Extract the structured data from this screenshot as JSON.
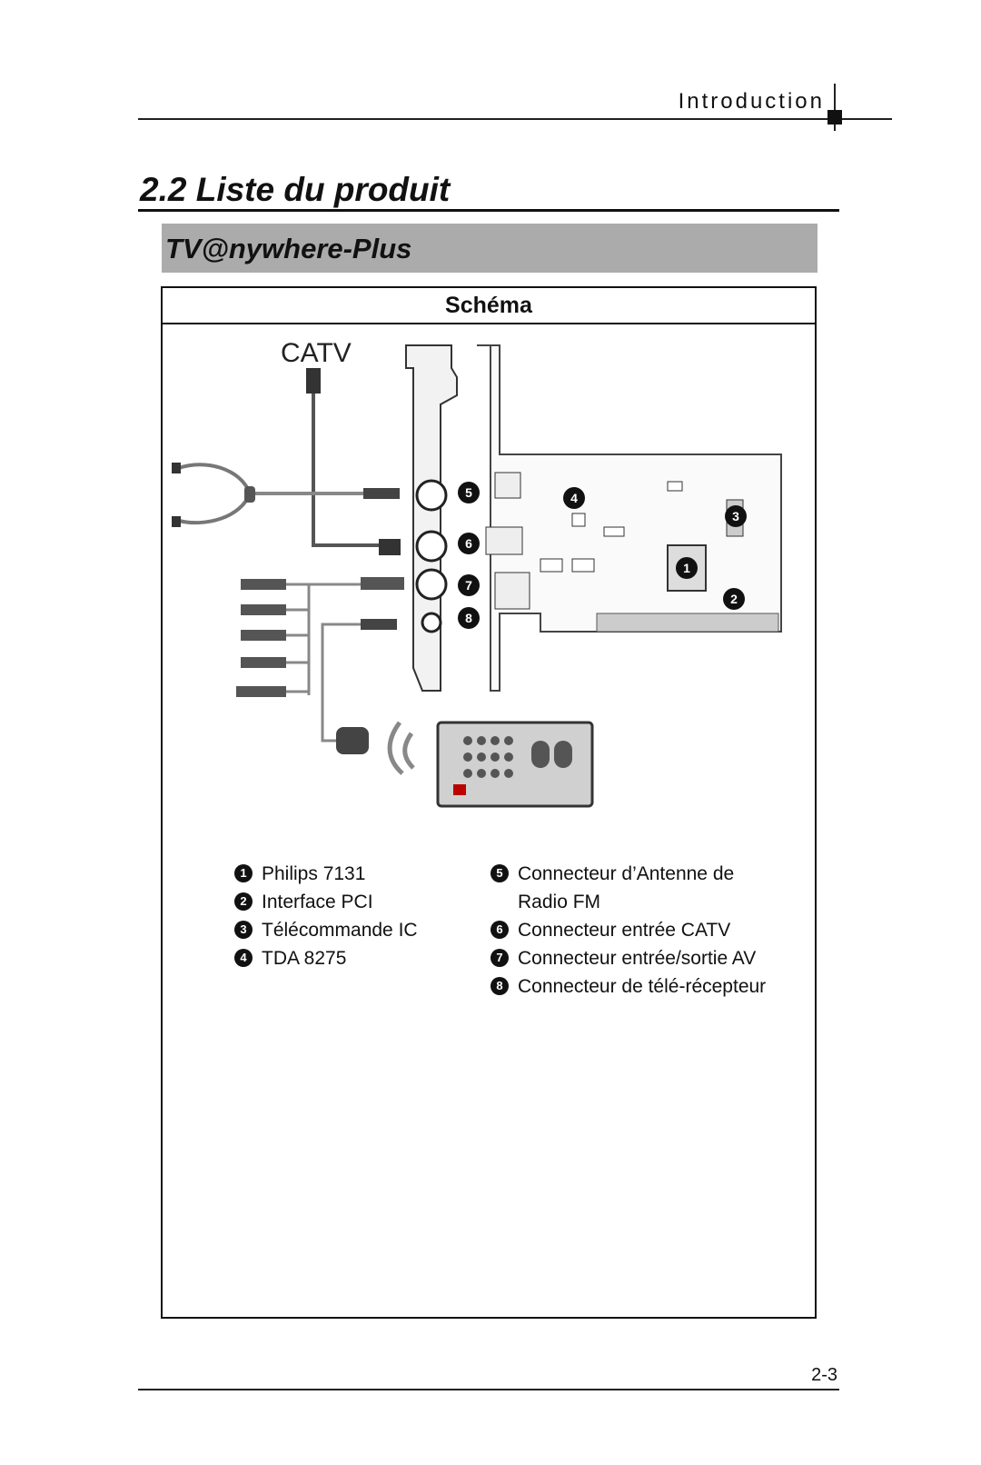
{
  "header": {
    "section": "Introduction"
  },
  "title": "2.2 Liste du produit",
  "banner": "TV@nywhere-Plus",
  "schema": {
    "heading": "Schéma",
    "catv_label": "CATV",
    "badges": [
      "1",
      "2",
      "3",
      "4",
      "5",
      "6",
      "7",
      "8"
    ]
  },
  "legend_left": [
    {
      "num": "1",
      "label": "Philips 7131"
    },
    {
      "num": "2",
      "label": "Interface PCI"
    },
    {
      "num": "3",
      "label": "Télécommande IC"
    },
    {
      "num": "4",
      "label": "TDA 8275"
    }
  ],
  "legend_right": [
    {
      "num": "5",
      "label": "Connecteur d’Antenne de",
      "cont": "Radio FM"
    },
    {
      "num": "6",
      "label": "Connecteur entrée CATV"
    },
    {
      "num": "7",
      "label": "Connecteur entrée/sortie AV"
    },
    {
      "num": "8",
      "label": "Connecteur de télé-récepteur"
    }
  ],
  "page_number": "2-3"
}
